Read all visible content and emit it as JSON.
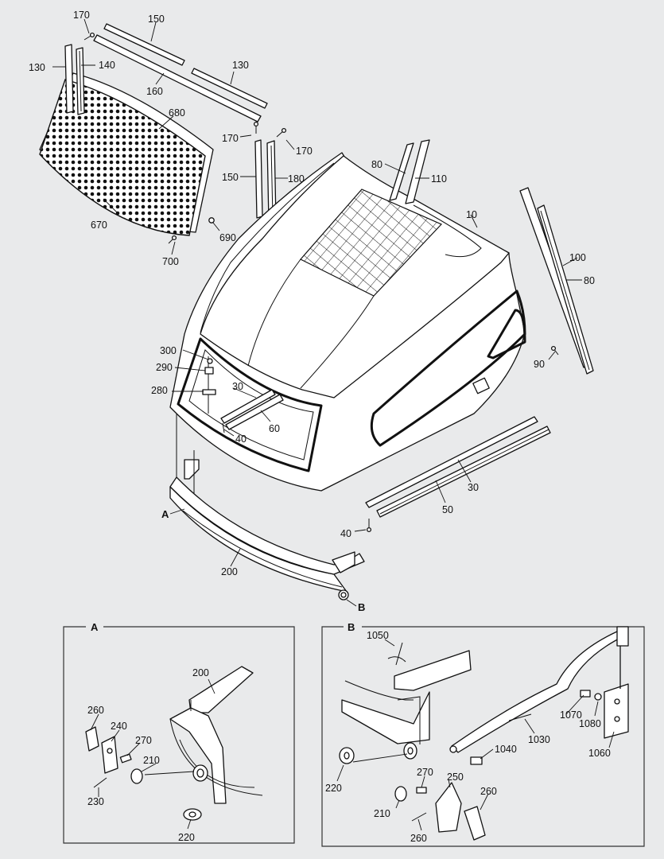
{
  "labels": {
    "l170a": "170",
    "l150a": "150",
    "l130a": "130",
    "l140": "140",
    "l160": "160",
    "l130b": "130",
    "l680": "680",
    "l170b": "170",
    "l170c": "170",
    "l150b": "150",
    "l180": "180",
    "l80a": "80",
    "l110": "110",
    "l10": "10",
    "l670": "670",
    "l690": "690",
    "l700": "700",
    "l100": "100",
    "l80b": "80",
    "l90": "90",
    "l300": "300",
    "l290": "290",
    "l280": "280",
    "l30a": "30",
    "l60": "60",
    "l40a": "40",
    "l30b": "30",
    "l50": "50",
    "l40b": "40",
    "l200": "200",
    "lA": "A",
    "lB": "B"
  },
  "detail_a": {
    "title": "A",
    "labels": {
      "l200": "200",
      "l260": "260",
      "l240": "240",
      "l270": "270",
      "l210": "210",
      "l230": "230",
      "l220": "220"
    }
  },
  "detail_b": {
    "title": "B",
    "labels": {
      "l1050": "1050",
      "l1070": "1070",
      "l1080": "1080",
      "l1030": "1030",
      "l1040": "1040",
      "l1060": "1060",
      "l220": "220",
      "l270": "270",
      "l250": "250",
      "l260": "260",
      "l210": "210",
      "l260b": "260"
    }
  }
}
